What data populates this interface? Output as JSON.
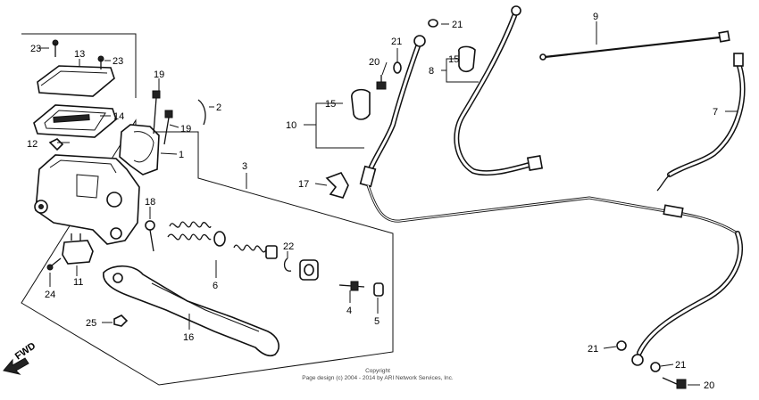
{
  "diagram": {
    "fwd_label": "FWD",
    "copyright_line1": "Copyright",
    "copyright_line2": "Page design (c) 2004 - 2014 by ARI Network Services, Inc.",
    "callouts": {
      "c1": "1",
      "c2": "2",
      "c3": "3",
      "c4": "4",
      "c5": "5",
      "c6": "6",
      "c7": "7",
      "c8": "8",
      "c9": "9",
      "c10": "10",
      "c11": "11",
      "c12": "12",
      "c13": "13",
      "c14": "14",
      "c15a": "15",
      "c15b": "15",
      "c16": "16",
      "c17": "17",
      "c18": "18",
      "c19a": "19",
      "c19b": "19",
      "c20a": "20",
      "c20b": "20",
      "c21a": "21",
      "c21b": "21",
      "c21c": "21",
      "c21d": "21",
      "c22": "22",
      "c23a": "23",
      "c23b": "23",
      "c24": "24",
      "c25": "25"
    }
  }
}
